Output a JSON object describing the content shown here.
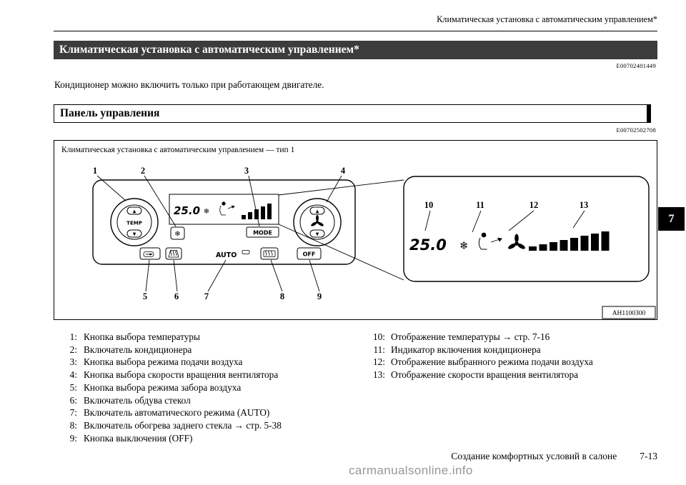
{
  "page": {
    "running_header": "Климатическая установка с автоматическим управлением*",
    "chapter_tab": "7",
    "footer": {
      "text": "Создание комфортных условий в салоне",
      "page_number": "7-13"
    },
    "watermark": "carmanualsonline.info"
  },
  "title": {
    "text": "Климатическая установка с автоматическим управлением*",
    "code": "E00702401449"
  },
  "intro_paragraph": "Кондиционер можно включить только при работающем двигателе.",
  "section": {
    "title": "Панель управления",
    "code": "E00702502708"
  },
  "figure": {
    "caption": "Климатическая установка с автоматическим управлением — тип 1",
    "drawing_code": "AH1100300",
    "display_temperature": "25.0",
    "labels": {
      "temp": "TEMP",
      "mode": "MODE",
      "auto": "AUTO",
      "off": "OFF"
    },
    "callouts": [
      "1",
      "2",
      "3",
      "4",
      "5",
      "6",
      "7",
      "8",
      "9",
      "10",
      "11",
      "12",
      "13"
    ]
  },
  "legend": {
    "left": [
      {
        "num": "1:",
        "text": "Кнопка выбора температуры"
      },
      {
        "num": "2:",
        "text": "Включатель кондиционера"
      },
      {
        "num": "3:",
        "text": "Кнопка выбора режима подачи воздуха"
      },
      {
        "num": "4:",
        "text": "Кнопка выбора скорости вращения вентилятора"
      },
      {
        "num": "5:",
        "text": "Кнопка выбора режима забора воздуха"
      },
      {
        "num": "6:",
        "text": "Включатель обдува стекол"
      },
      {
        "num": "7:",
        "text": "Включатель автоматического режима (AUTO)"
      },
      {
        "num": "8:",
        "text": "Включатель обогрева заднего стекла → стр. 5-38"
      },
      {
        "num": "9:",
        "text": "Кнопка выключения (OFF)"
      }
    ],
    "right": [
      {
        "num": "10:",
        "text": "Отображение температуры → стр. 7-16"
      },
      {
        "num": "11:",
        "text": "Индикатор включения кондиционера"
      },
      {
        "num": "12:",
        "text": "Отображение выбранного режима подачи воздуха"
      },
      {
        "num": "13:",
        "text": "Отображение скорости вращения вентилятора"
      }
    ]
  },
  "colors": {
    "title_bar_bg": "#3c3c3c",
    "chapter_tab_bg": "#000000",
    "watermark": "#979797"
  }
}
